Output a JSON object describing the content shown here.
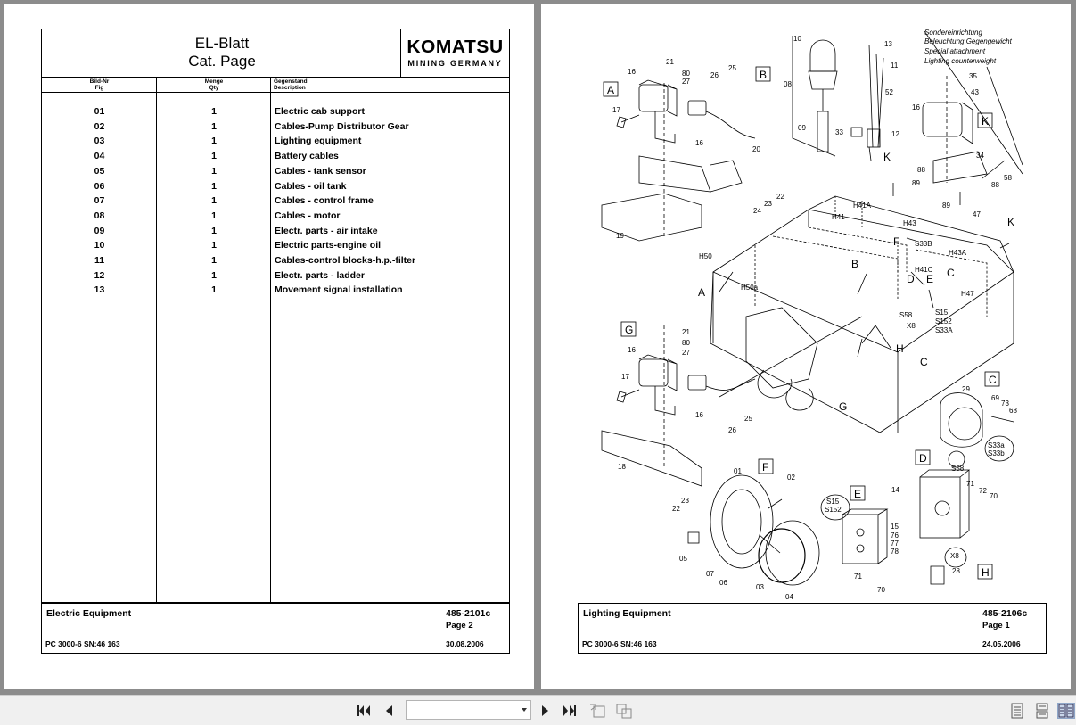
{
  "left_page": {
    "header": {
      "title_line1": "EL-Blatt",
      "title_line2": "Cat. Page",
      "logo_main": "KOMATSU",
      "logo_sub": "MINING GERMANY"
    },
    "columns": {
      "fig_de": "Bild-Nr",
      "fig_en": "Fig",
      "qty_de": "Menge",
      "qty_en": "Qty",
      "desc_de": "Gegenstand",
      "desc_en": "Description"
    },
    "rows": [
      {
        "fig": "01",
        "qty": "1",
        "desc": "Electric cab support"
      },
      {
        "fig": "02",
        "qty": "1",
        "desc": "Cables-Pump Distributor Gear"
      },
      {
        "fig": "03",
        "qty": "1",
        "desc": "Lighting equipment"
      },
      {
        "fig": "04",
        "qty": "1",
        "desc": "Battery cables"
      },
      {
        "fig": "05",
        "qty": "1",
        "desc": "Cables - tank sensor"
      },
      {
        "fig": "06",
        "qty": "1",
        "desc": "Cables - oil tank"
      },
      {
        "fig": "07",
        "qty": "1",
        "desc": "Cables - control frame"
      },
      {
        "fig": "08",
        "qty": "1",
        "desc": "Cables - motor"
      },
      {
        "fig": "09",
        "qty": "1",
        "desc": "Electr. parts - air intake"
      },
      {
        "fig": "10",
        "qty": "1",
        "desc": "Electric parts-engine oil"
      },
      {
        "fig": "11",
        "qty": "1",
        "desc": "Cables-control blocks-h.p.-filter"
      },
      {
        "fig": "12",
        "qty": "1",
        "desc": "Electr. parts - ladder"
      },
      {
        "fig": "13",
        "qty": "1",
        "desc": "Movement signal installation"
      }
    ],
    "footer": {
      "title": "Electric Equipment",
      "number": "485-2101c",
      "page": "Page 2",
      "model": "PC 3000-6 SN:46 163",
      "date": "30.08.2006"
    }
  },
  "right_page": {
    "footer": {
      "title": "Lighting Equipment",
      "number": "485-2106c",
      "page": "Page 1",
      "model": "PC 3000-6 SN:46 163",
      "date": "24.05.2006"
    },
    "diagram_notes": {
      "line1": "Sondereinrichtung",
      "line2": "Beleuchtung  Gegengewicht",
      "line3": "Special attachment",
      "line4": "Lighting  counterweight"
    },
    "view_letters": [
      "A",
      "B",
      "C",
      "D",
      "E",
      "F",
      "G",
      "H",
      "K"
    ],
    "labels": {
      "A_view": [
        "16",
        "17",
        "19",
        "20",
        "21",
        "80",
        "27",
        "26",
        "25",
        "16",
        "22",
        "23",
        "24"
      ],
      "G_view": [
        "16",
        "17",
        "18",
        "21",
        "80",
        "27",
        "16",
        "25",
        "26",
        "22",
        "23"
      ],
      "B_view": [
        "10",
        "08",
        "09",
        "33",
        "13",
        "11",
        "52",
        "12"
      ],
      "K_view": [
        "16",
        "35",
        "43",
        "34",
        "58",
        "88",
        "88",
        "89",
        "89",
        "47"
      ],
      "machine": [
        "H41",
        "H41A",
        "H43",
        "S33B",
        "H43A",
        "H41C",
        "H47",
        "H50",
        "H50a",
        "S58",
        "S15",
        "S152",
        "X8",
        "S33A"
      ],
      "C_detail": [
        "29",
        "69",
        "73",
        "68",
        "S33a",
        "S33b"
      ],
      "D_detail": [
        "S58",
        "14",
        "71",
        "72",
        "70"
      ],
      "E_detail": [
        "S15",
        "S152",
        "15",
        "76",
        "77",
        "78",
        "71",
        "70"
      ],
      "F_detail": [
        "01",
        "02",
        "05",
        "07",
        "06",
        "03",
        "04"
      ],
      "H_detail": [
        "X8",
        "28"
      ]
    }
  },
  "toolbar": {
    "page_select_value": "",
    "icons": [
      "first-page-icon",
      "prev-page-icon",
      "next-page-icon",
      "last-page-icon",
      "rotate-icon",
      "fit-icon",
      "single-page-icon",
      "continuous-icon",
      "facing-icon"
    ]
  }
}
